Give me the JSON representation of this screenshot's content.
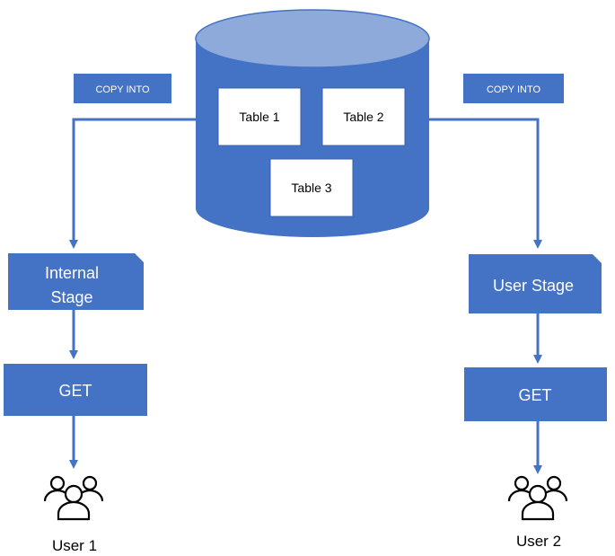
{
  "colors": {
    "primary": "#4472c4",
    "primary_dark": "#3a5fa8",
    "cylinder_top": "#8eaadb",
    "table_bg": "#ffffff",
    "text_dark": "#000000",
    "text_light": "#ffffff"
  },
  "database": {
    "tables": [
      "Table 1",
      "Table 2",
      "Table 3"
    ]
  },
  "copy_into": {
    "left": "COPY INTO",
    "right": "COPY INTO"
  },
  "left_branch": {
    "stage_line1": "Internal",
    "stage_line2": "Stage",
    "get_label": "GET",
    "user_label": "User 1",
    "user_icon": "users-group-icon"
  },
  "right_branch": {
    "stage_label": "User Stage",
    "get_label": "GET",
    "user_label": "User 2",
    "user_icon": "users-group-icon"
  }
}
